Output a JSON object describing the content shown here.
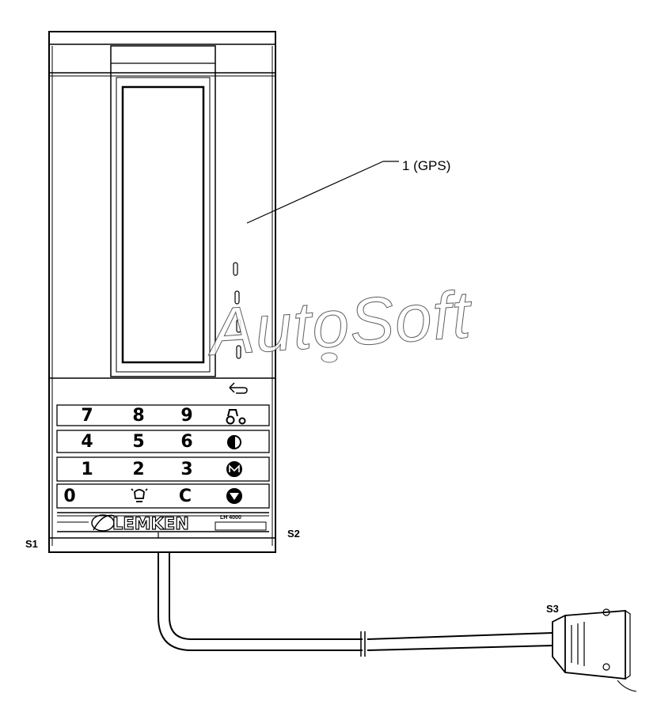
{
  "callout_label": "1 (GPS)",
  "connector_labels": {
    "s1": "S1",
    "s2": "S2",
    "s3": "S3"
  },
  "keypad": {
    "rows": [
      [
        "7",
        "8",
        "9"
      ],
      [
        "4",
        "5",
        "6"
      ],
      [
        "1",
        "2",
        "3"
      ],
      [
        "0",
        "",
        "C"
      ]
    ],
    "row_icons": [
      "tractor-icon",
      "half-circle-icon",
      "m-circle-icon",
      "triangle-stop-icon"
    ],
    "light_key_icon": "lamp-icon"
  },
  "brand": "LEMKEN",
  "model_label": "LH 4000",
  "watermark": "AutoSoft"
}
